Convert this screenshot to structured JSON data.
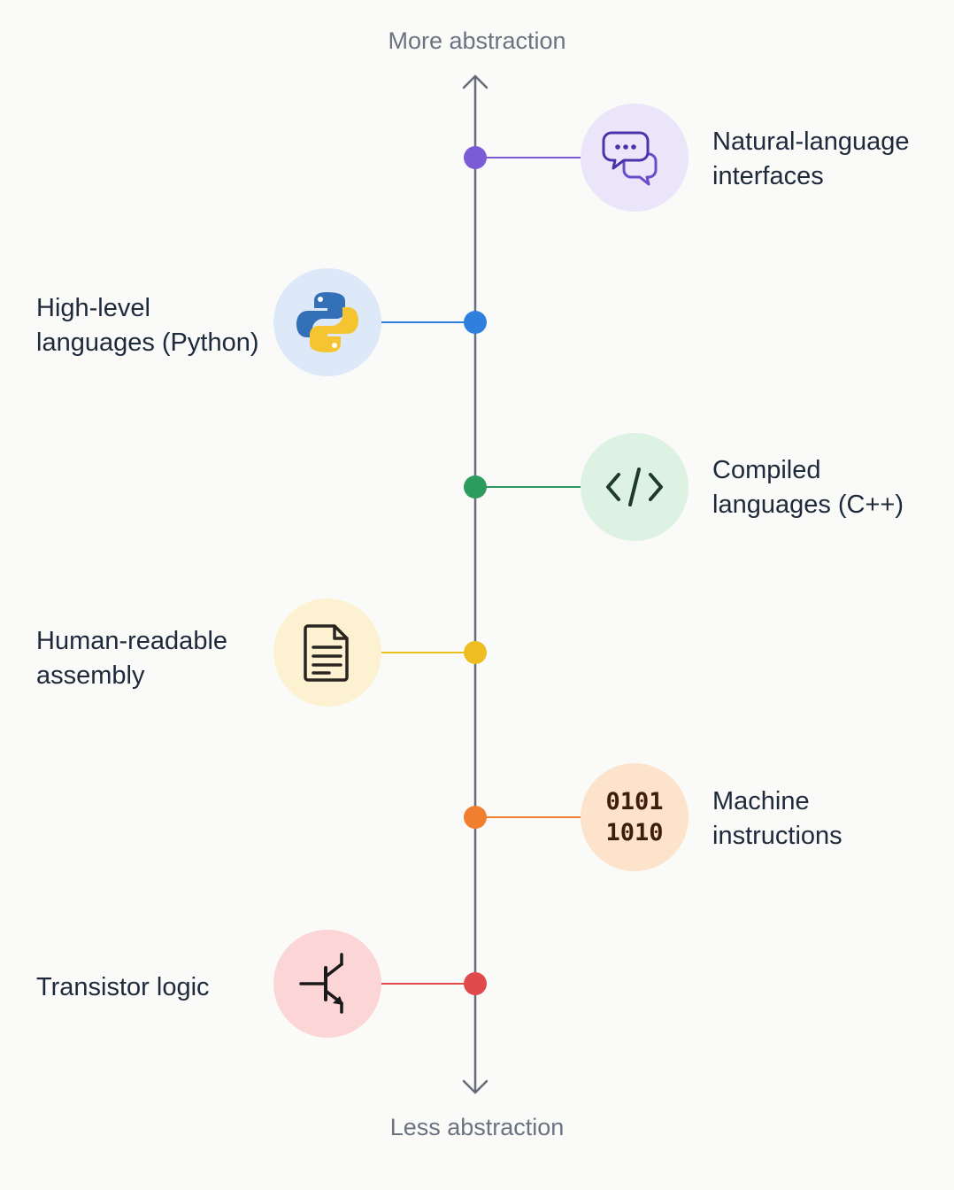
{
  "axis": {
    "top_label": "More abstraction",
    "bottom_label": "Less abstraction"
  },
  "items": [
    {
      "id": "natural-language",
      "line1": "Natural-language",
      "line2": "interfaces",
      "icon": "chat-bubbles-icon",
      "color": "#7c5bd6",
      "bg": "#ebe5f9"
    },
    {
      "id": "python",
      "line1": "High-level",
      "line2": "languages (Python)",
      "icon": "python-logo-icon",
      "color": "#2f7fde",
      "bg": "#dde9f8"
    },
    {
      "id": "cpp",
      "line1": "Compiled",
      "line2": "languages (C++)",
      "icon": "code-brackets-icon",
      "color": "#2e9b5e",
      "bg": "#def2e3"
    },
    {
      "id": "assembly",
      "line1": "Human-readable",
      "line2": "assembly",
      "icon": "document-icon",
      "color": "#eebd22",
      "bg": "#fcf1d0"
    },
    {
      "id": "machine",
      "line1": "Machine",
      "line2": "instructions",
      "icon": "binary-icon",
      "binary_line1": "0101",
      "binary_line2": "1010",
      "color": "#f07f2f",
      "bg": "#fde2cc"
    },
    {
      "id": "transistor",
      "line1": "Transistor logic",
      "line2": "",
      "icon": "transistor-icon",
      "color": "#e04a4a",
      "bg": "#fcd6d6"
    }
  ]
}
